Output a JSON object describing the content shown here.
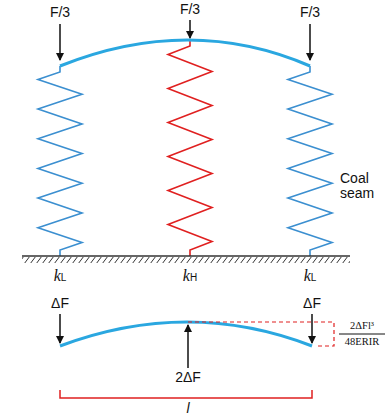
{
  "diagram": {
    "labels": [
      "F/3",
      "F/3",
      "F/3",
      "Coal seam",
      "kL",
      "kH",
      "kL",
      "ΔF",
      "ΔF",
      "2ΔF",
      "2ΔFl³",
      "48ERIR",
      "l"
    ]
  }
}
